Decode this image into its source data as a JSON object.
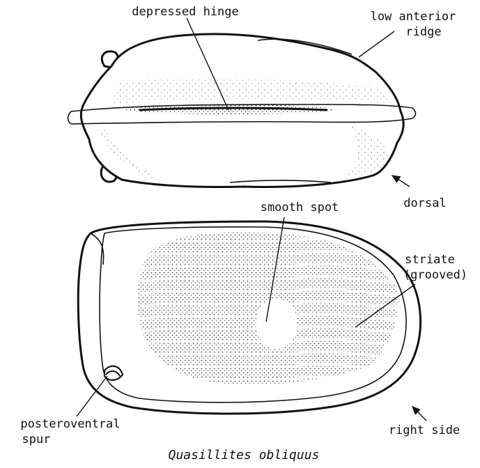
{
  "caption": "Quasillites obliquus",
  "labels": {
    "depressed_hinge": "depressed hinge",
    "low_anterior_ridge_line1": "low anterior",
    "low_anterior_ridge_line2": "ridge",
    "dorsal": "dorsal",
    "smooth_spot": "smooth spot",
    "striate_line1": "striate",
    "striate_line2": "(grooved)",
    "posteroventral_line1": "posteroventral",
    "posteroventral_line2": "spur",
    "right_side": "right side"
  },
  "colors": {
    "ink": "#111111",
    "paper": "#ffffff"
  }
}
